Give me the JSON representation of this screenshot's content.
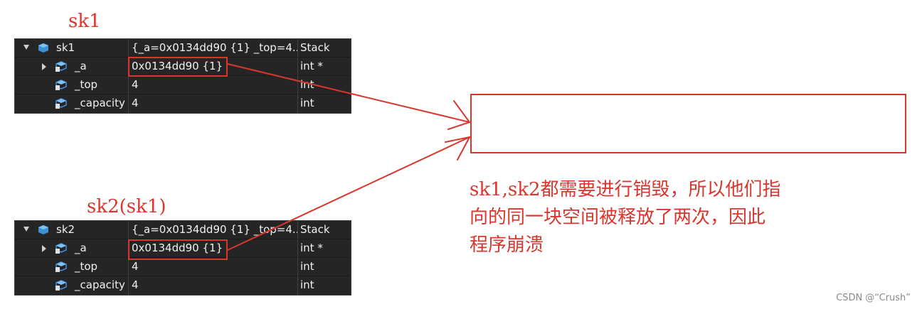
{
  "labels": {
    "sk1": "sk1",
    "sk2": "sk2(sk1)"
  },
  "watch1": {
    "rows": [
      {
        "name": "sk1",
        "value": "{_a=0x0134dd90 {1} _top=4...",
        "type": "Stack"
      },
      {
        "name": "_a",
        "value": "0x0134dd90 {1}",
        "type": "int *"
      },
      {
        "name": "_top",
        "value": "4",
        "type": "int"
      },
      {
        "name": "_capacity",
        "value": "4",
        "type": "int"
      }
    ]
  },
  "watch2": {
    "rows": [
      {
        "name": "sk2",
        "value": "{_a=0x0134dd90 {1} _top=4...",
        "type": "Stack"
      },
      {
        "name": "_a",
        "value": "0x0134dd90 {1}",
        "type": "int *"
      },
      {
        "name": "_top",
        "value": "4",
        "type": "int"
      },
      {
        "name": "_capacity",
        "value": "4",
        "type": "int"
      }
    ]
  },
  "note": {
    "line1": "sk1,sk2都需要进行销毁，所以他们指",
    "line2": "向的同一块空间被释放了两次，因此",
    "line3": "程序崩溃"
  },
  "watermark": "CSDN @“Crush”",
  "colors": {
    "annotation_red": "#d9362e",
    "panel_bg": "#252526",
    "text_light": "#f1f1f1",
    "icon_blue": "#3f8fd6"
  },
  "icons": {
    "object": "cube-icon",
    "member": "protected-member-icon"
  }
}
